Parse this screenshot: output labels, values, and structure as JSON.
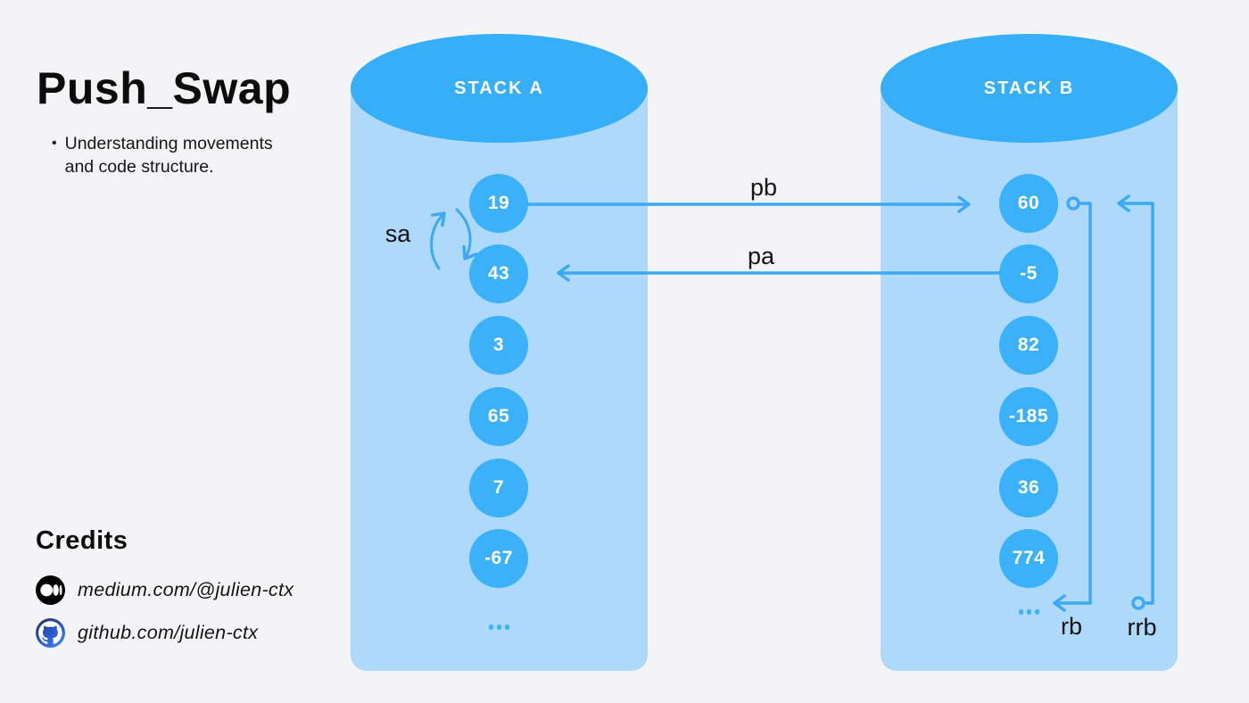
{
  "header": {
    "title": "Push_Swap",
    "subtitle": "Understanding movements and code structure.",
    "bullet": "•"
  },
  "credits": {
    "heading": "Credits",
    "items": [
      {
        "icon": "medium-icon",
        "text": "medium.com/@julien-ctx"
      },
      {
        "icon": "github-icon",
        "text": "github.com/julien-ctx"
      }
    ]
  },
  "stacks": {
    "a": {
      "label": "STACK A",
      "items": [
        "19",
        "43",
        "3",
        "65",
        "7",
        "-67"
      ],
      "ellipsis": "..."
    },
    "b": {
      "label": "STACK B",
      "items": [
        "60",
        "-5",
        "82",
        "-185",
        "36",
        "774"
      ],
      "ellipsis": "..."
    }
  },
  "ops": {
    "pb": "pb",
    "pa": "pa",
    "sa": "sa",
    "rb": "rb",
    "rrb": "rrb"
  },
  "colors": {
    "background": "#F4F4F6",
    "cylinder_body": "#AFD9FB",
    "cylinder_top": "#36AEF8",
    "node_fill": "#3AB1F8",
    "arrow": "#3BA9F3",
    "text": "#0C0C0C"
  }
}
